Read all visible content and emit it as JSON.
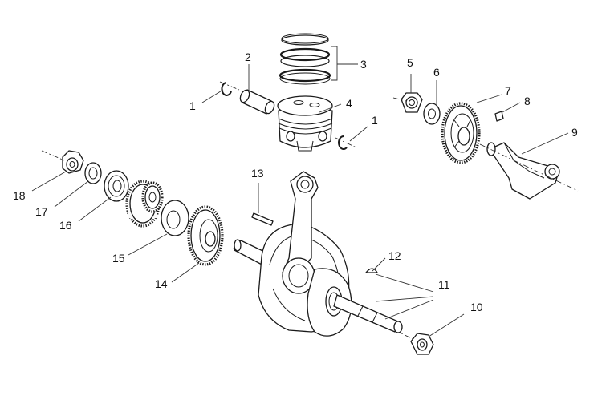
{
  "callouts": [
    {
      "id": "c1a",
      "label": "1"
    },
    {
      "id": "c1b",
      "label": "1"
    },
    {
      "id": "c2",
      "label": "2"
    },
    {
      "id": "c3",
      "label": "3"
    },
    {
      "id": "c4",
      "label": "4"
    },
    {
      "id": "c5",
      "label": "5"
    },
    {
      "id": "c6",
      "label": "6"
    },
    {
      "id": "c7",
      "label": "7"
    },
    {
      "id": "c8",
      "label": "8"
    },
    {
      "id": "c9",
      "label": "9"
    },
    {
      "id": "c10",
      "label": "10"
    },
    {
      "id": "c11",
      "label": "11"
    },
    {
      "id": "c12",
      "label": "12"
    },
    {
      "id": "c13",
      "label": "13"
    },
    {
      "id": "c14",
      "label": "14"
    },
    {
      "id": "c15",
      "label": "15"
    },
    {
      "id": "c16",
      "label": "16"
    },
    {
      "id": "c17",
      "label": "17"
    },
    {
      "id": "c18",
      "label": "18"
    }
  ],
  "colors": {
    "line": "#1a1a1a",
    "background": "#ffffff"
  }
}
